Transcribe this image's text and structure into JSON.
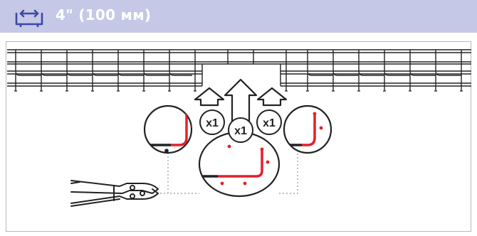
{
  "header": {
    "title": "4\" (100 мм)",
    "icon": "width-measure-icon",
    "background_color": "#c5c8e6",
    "accent_color": "#3f49a8"
  },
  "diagram": {
    "callouts": [
      {
        "name": "callout-left",
        "label": "x1"
      },
      {
        "name": "callout-center",
        "label": "x1"
      },
      {
        "name": "callout-right",
        "label": "x1"
      }
    ],
    "tool_icon": "bolt-cutter-icon",
    "highlight_color": "#e3202b"
  }
}
